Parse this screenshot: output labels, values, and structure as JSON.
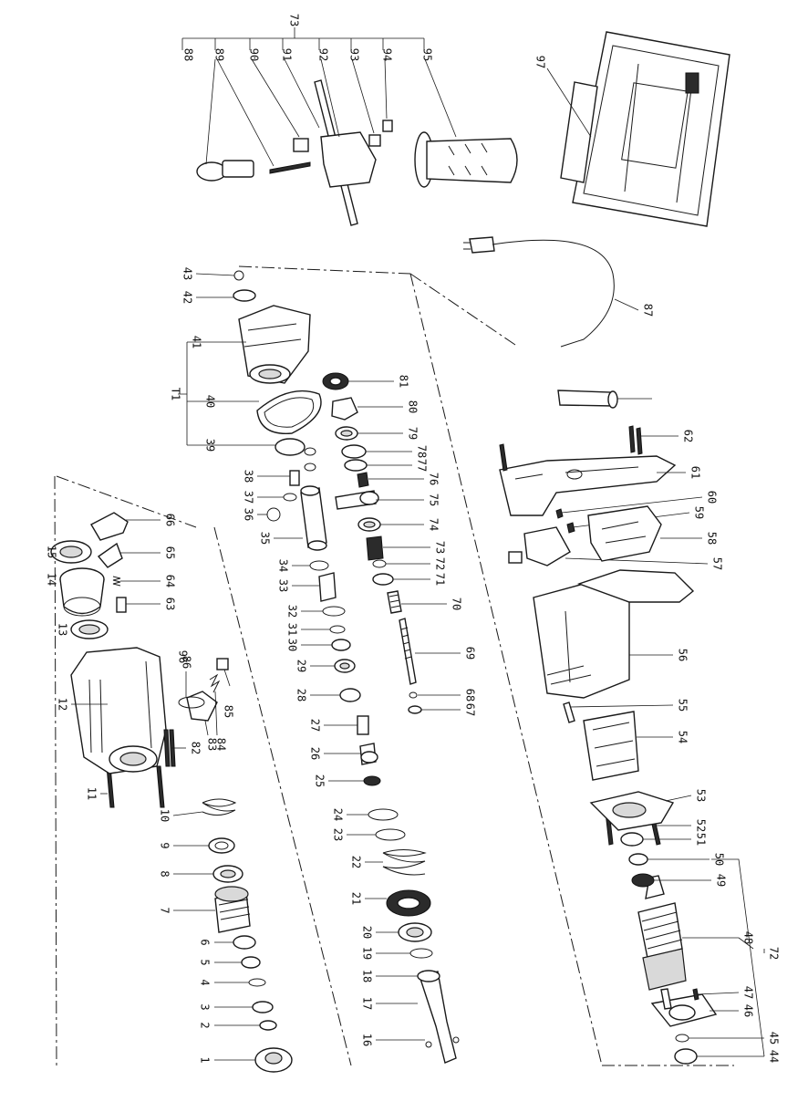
{
  "diagram": {
    "numbers": [
      "1",
      "2",
      "3",
      "4",
      "5",
      "6",
      "7",
      "8",
      "9",
      "10",
      "11",
      "12",
      "13",
      "14",
      "15",
      "16",
      "17",
      "18",
      "19",
      "20",
      "21",
      "22",
      "23",
      "24",
      "25",
      "26",
      "27",
      "28",
      "29",
      "30",
      "31",
      "32",
      "33",
      "34",
      "35",
      "36",
      "37",
      "38",
      "39",
      "40",
      "41",
      "42",
      "43",
      "44",
      "45",
      "46",
      "47",
      "48",
      "49",
      "50",
      "51",
      "52",
      "53",
      "54",
      "55",
      "56",
      "57",
      "58",
      "59",
      "60",
      "61",
      "62",
      "63",
      "64",
      "65",
      "66",
      "67",
      "68",
      "69",
      "70",
      "71",
      "72",
      "73",
      "74",
      "75",
      "76",
      "77",
      "78",
      "79",
      "80",
      "81",
      "82",
      "83",
      "84",
      "85",
      "86",
      "87",
      "88",
      "89",
      "90",
      "91",
      "92",
      "93",
      "94",
      "95",
      "96",
      "97"
    ],
    "label_72": "72",
    "label_73": "73",
    "label_T1": "T1"
  }
}
